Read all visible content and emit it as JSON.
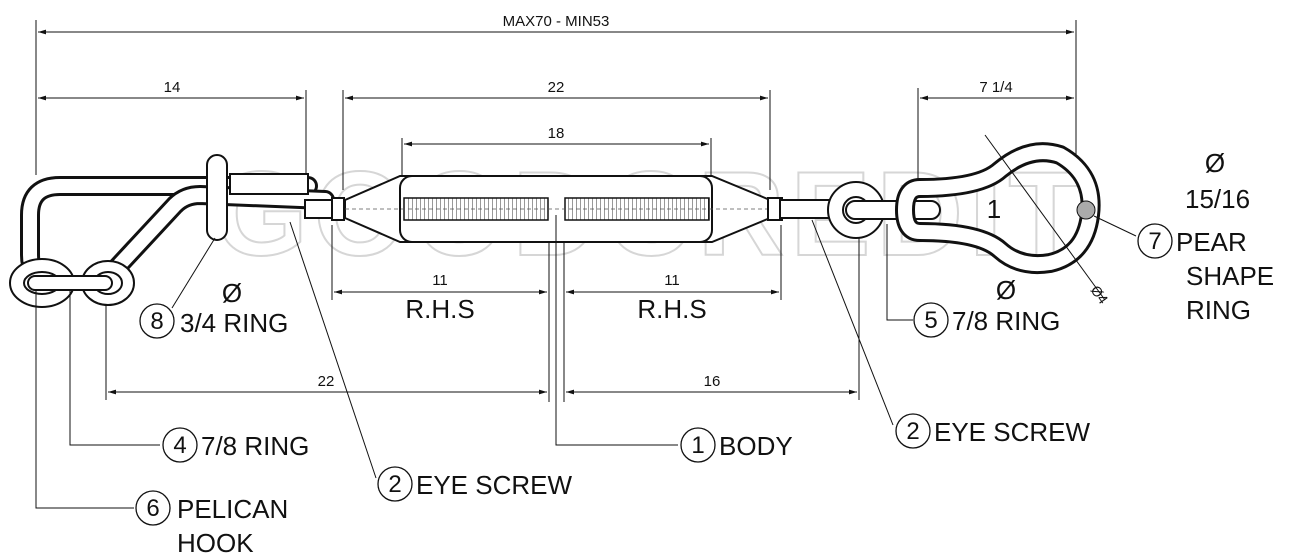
{
  "watermark": "GOODCREDIT",
  "dimensions": {
    "overall": "MAX70 - MIN53",
    "hook_length": "14",
    "body_length": "22",
    "thread_length": "18",
    "pear_ring_length": "7 1/4",
    "left_thread": "11",
    "left_thread_type": "R.H.S",
    "right_thread": "11",
    "right_thread_type": "R.H.S",
    "lower_left": "22",
    "lower_right": "16",
    "pear_wire_dia": "Ø4",
    "pear_gap": "1"
  },
  "callouts": [
    {
      "number": "8",
      "symbol": "Ø",
      "text": "3/4 RING"
    },
    {
      "number": "4",
      "text": "7/8 RING"
    },
    {
      "number": "6",
      "text": "PELICAN",
      "text2": "HOOK"
    },
    {
      "number": "2",
      "text": "EYE SCREW"
    },
    {
      "number": "1",
      "text": "BODY"
    },
    {
      "number": "2",
      "text": "EYE SCREW"
    },
    {
      "number": "5",
      "symbol": "Ø",
      "text": "7/8 RING"
    },
    {
      "number": "7",
      "symbol": "Ø",
      "dia": "15/16",
      "text": "PEAR",
      "text2": "SHAPE",
      "text3": "RING"
    }
  ]
}
